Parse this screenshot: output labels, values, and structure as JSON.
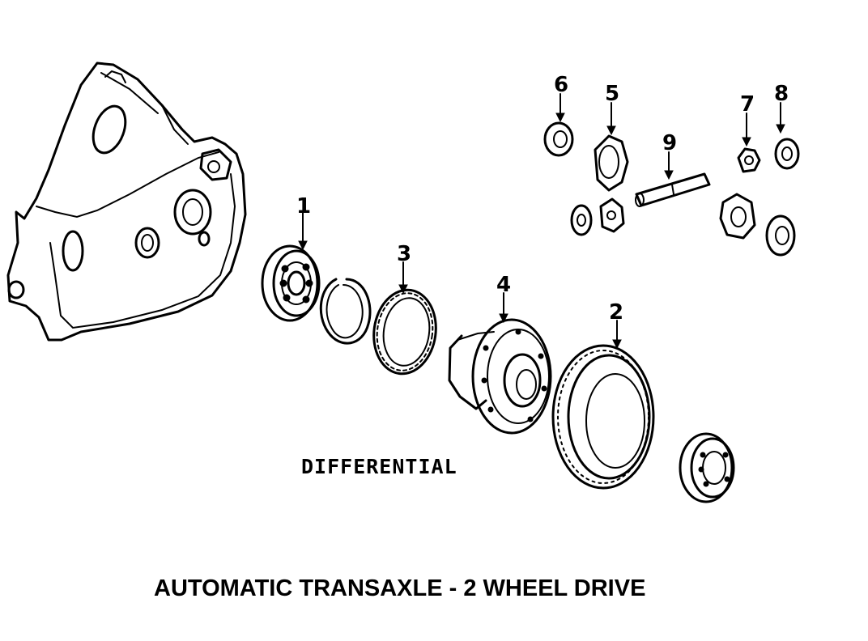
{
  "diagram": {
    "subtitle": "DIFFERENTIAL",
    "title": "AUTOMATIC TRANSAXLE  -  2 WHEEL DRIVE",
    "callouts": [
      "1",
      "2",
      "3",
      "4",
      "5",
      "6",
      "7",
      "8",
      "9"
    ]
  }
}
